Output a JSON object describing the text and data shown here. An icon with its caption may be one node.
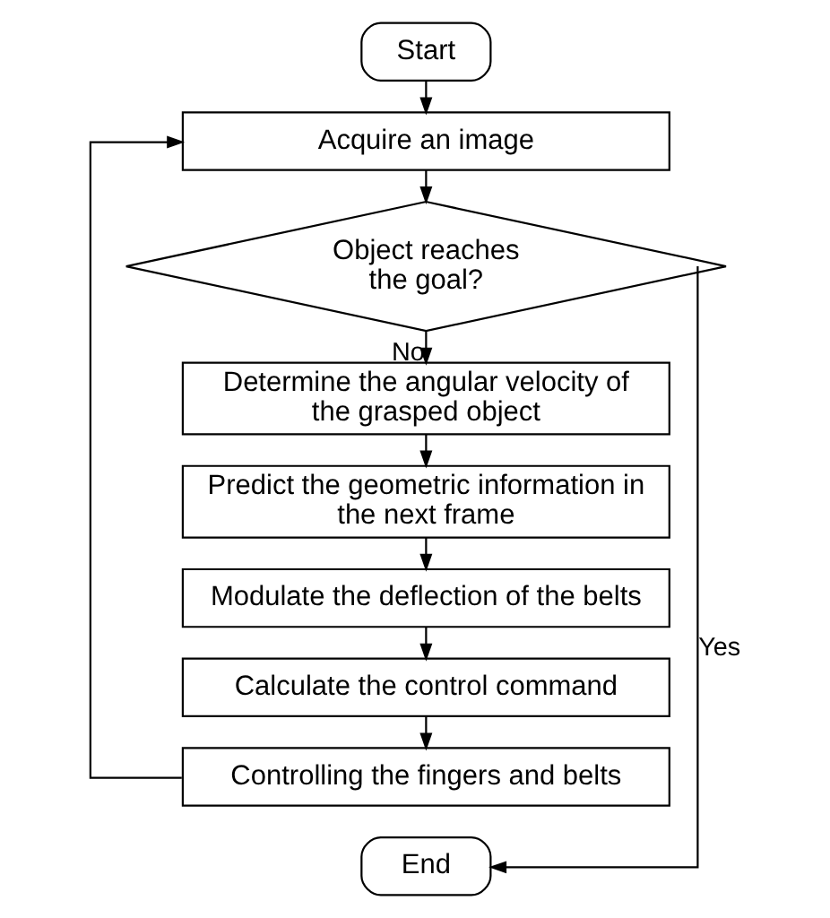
{
  "diagram": {
    "nodes": [
      {
        "text": [
          "Start"
        ]
      },
      {
        "text": [
          "Acquire an image"
        ]
      },
      {
        "text": [
          "Object reaches the goal?"
        ]
      },
      {
        "text": [
          "Determine the angular velocity of the grasped object"
        ]
      },
      {
        "text": [
          "Predict the geometric information in the next frame"
        ]
      },
      {
        "text": [
          "Modulate the deflection of the belts"
        ]
      },
      {
        "text": [
          "Calculate the control command"
        ]
      },
      {
        "text": [
          "Controlling the fingers and belts"
        ]
      },
      {
        "text": [
          "End"
        ]
      }
    ],
    "edges": [
      {
        "from": 0,
        "to": 1,
        "arrow": "to"
      },
      {
        "from": 1,
        "to": 2,
        "arrow": "to"
      },
      {
        "from": 2,
        "to": 3,
        "arrow": "to",
        "label": "No"
      },
      {
        "from": 3,
        "to": 4,
        "arrow": "to"
      },
      {
        "from": 4,
        "to": 5,
        "arrow": "to"
      },
      {
        "from": 5,
        "to": 6,
        "arrow": "to"
      },
      {
        "from": 6,
        "to": 7,
        "arrow": "to"
      },
      {
        "from": 7,
        "to": 1,
        "arrow": "to"
      },
      {
        "from": 2,
        "to": 8,
        "arrow": "to",
        "label": "Yes"
      }
    ]
  }
}
